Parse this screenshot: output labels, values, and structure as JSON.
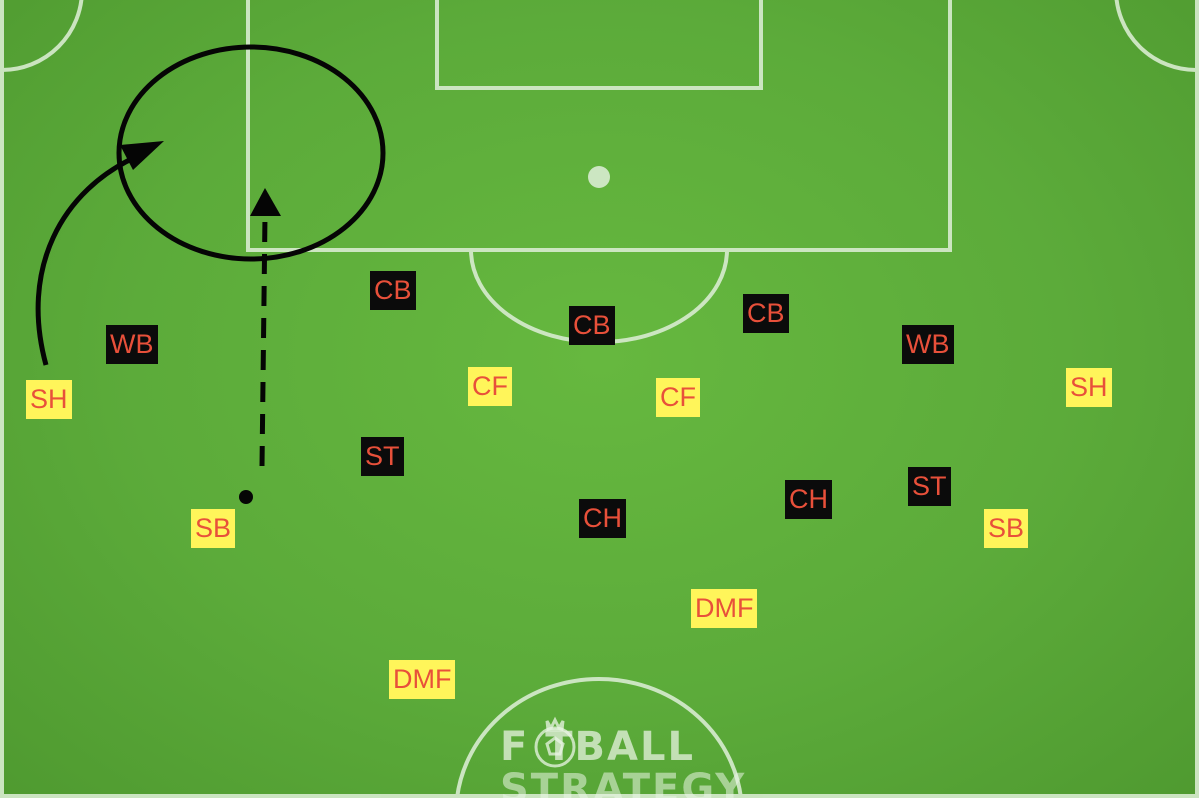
{
  "pitch": {
    "grass_color": "#5ba83a",
    "line_color": "#d8ecd0",
    "home_tag_color": "#fff55a",
    "away_tag_color": "#0b0b0b",
    "tag_text_color": "#e8503a"
  },
  "players": [
    {
      "id": "home-sh-left",
      "team": "home",
      "label": "SH"
    },
    {
      "id": "away-wb-left",
      "team": "away",
      "label": "WB"
    },
    {
      "id": "away-cb-left",
      "team": "away",
      "label": "CB"
    },
    {
      "id": "away-cb-center",
      "team": "away",
      "label": "CB"
    },
    {
      "id": "away-cb-right",
      "team": "away",
      "label": "CB"
    },
    {
      "id": "away-wb-right",
      "team": "away",
      "label": "WB"
    },
    {
      "id": "home-cf-left",
      "team": "home",
      "label": "CF"
    },
    {
      "id": "home-cf-right",
      "team": "home",
      "label": "CF"
    },
    {
      "id": "home-sh-right",
      "team": "home",
      "label": "SH"
    },
    {
      "id": "away-st-left",
      "team": "away",
      "label": "ST"
    },
    {
      "id": "away-st-right",
      "team": "away",
      "label": "ST"
    },
    {
      "id": "home-sb-left",
      "team": "home",
      "label": "SB"
    },
    {
      "id": "away-ch-left",
      "team": "away",
      "label": "CH"
    },
    {
      "id": "away-ch-right",
      "team": "away",
      "label": "CH"
    },
    {
      "id": "home-sb-right",
      "team": "home",
      "label": "SB"
    },
    {
      "id": "home-dmf-right",
      "team": "home",
      "label": "DMF"
    },
    {
      "id": "home-dmf-left",
      "team": "home",
      "label": "DMF"
    }
  ],
  "watermark": {
    "line1": "F TBALL",
    "line2": "STRATEGY"
  }
}
